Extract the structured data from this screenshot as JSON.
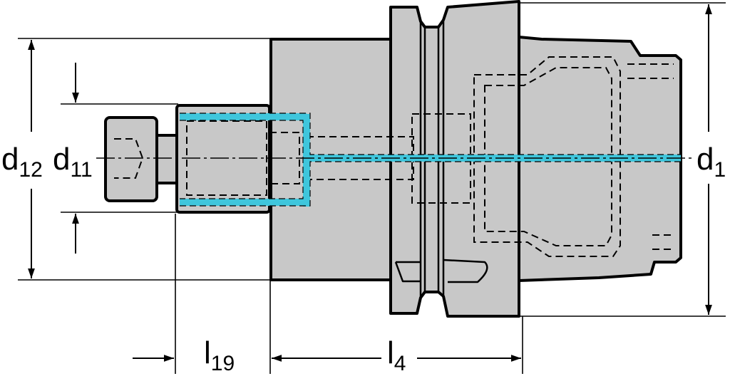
{
  "labels": {
    "d12": {
      "main": "d",
      "sub": "12"
    },
    "d11": {
      "main": "d",
      "sub": "11"
    },
    "d1": {
      "main": "d",
      "sub": "1"
    },
    "l19": {
      "main": "l",
      "sub": "19"
    },
    "l4": {
      "main": "l",
      "sub": "4"
    }
  },
  "colors": {
    "body": "#c8c8c8",
    "outline": "#000000",
    "highlight": "#3fc6dc",
    "background": "#ffffff"
  }
}
